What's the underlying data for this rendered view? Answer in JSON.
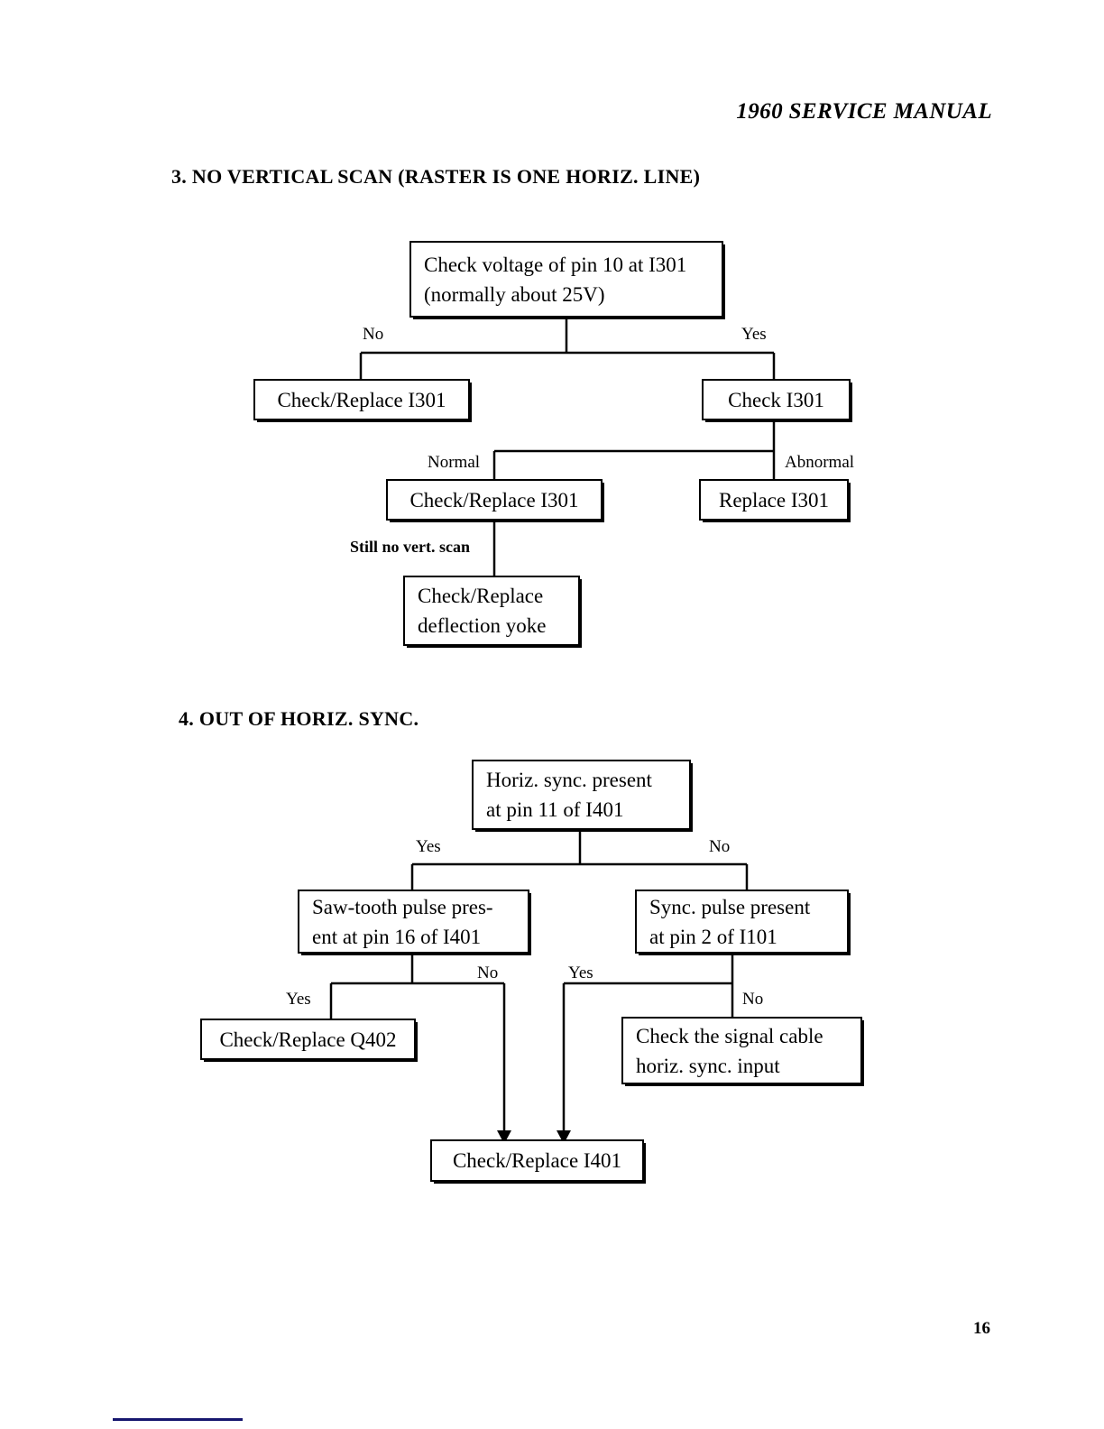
{
  "header": {
    "title": "1960 SERVICE MANUAL"
  },
  "footer": {
    "page_number": "16"
  },
  "colors": {
    "ink": "#000000",
    "paper": "#ffffff",
    "rule": "#16166e"
  },
  "sections": [
    {
      "number": "3.",
      "title": "NO VERTICAL SCAN (RASTER IS ONE HORIZ. LINE)",
      "heading_text": "3.   NO VERTICAL SCAN (RASTER IS ONE HORIZ. LINE)",
      "flowchart": {
        "nodes": [
          {
            "id": "v-top",
            "line1": "Check voltage of pin 10 at I301",
            "line2": "(normally about 25V)"
          },
          {
            "id": "v-no",
            "line1": "Check/Replace I301",
            "line2": ""
          },
          {
            "id": "v-yes",
            "line1": "Check I301",
            "line2": ""
          },
          {
            "id": "v-normal",
            "line1": "Check/Replace I301",
            "line2": ""
          },
          {
            "id": "v-abnormal",
            "line1": "Replace I301",
            "line2": ""
          },
          {
            "id": "v-yoke",
            "line1": "Check/Replace",
            "line2": "deflection yoke"
          }
        ],
        "edge_labels": [
          {
            "id": "v-lbl-no",
            "text": "No"
          },
          {
            "id": "v-lbl-yes",
            "text": "Yes"
          },
          {
            "id": "v-lbl-normal",
            "text": "Normal"
          },
          {
            "id": "v-lbl-abnormal",
            "text": "Abnormal"
          },
          {
            "id": "v-lbl-still",
            "text": "Still no vert. scan"
          }
        ]
      }
    },
    {
      "number": "4.",
      "title": "OUT OF HORIZ. SYNC.",
      "heading_text": "4.   OUT OF HORIZ. SYNC.",
      "flowchart": {
        "nodes": [
          {
            "id": "h-top",
            "line1": "Horiz. sync. present",
            "line2": "at pin 11 of I401"
          },
          {
            "id": "h-saw",
            "line1": "Saw-tooth pulse pres-",
            "line2": "ent at pin 16 of I401"
          },
          {
            "id": "h-sync",
            "line1": "Sync. pulse present",
            "line2": "at pin 2 of I101"
          },
          {
            "id": "h-q402",
            "line1": "Check/Replace Q402",
            "line2": ""
          },
          {
            "id": "h-cable",
            "line1": "Check the signal cable",
            "line2": "horiz. sync. input"
          },
          {
            "id": "h-i401",
            "line1": "Check/Replace I401",
            "line2": ""
          }
        ],
        "edge_labels": [
          {
            "id": "h-lbl-yes-1",
            "text": "Yes"
          },
          {
            "id": "h-lbl-no-1",
            "text": "No"
          },
          {
            "id": "h-lbl-no-2",
            "text": "No"
          },
          {
            "id": "h-lbl-yes-2",
            "text": "Yes"
          },
          {
            "id": "h-lbl-yes-3",
            "text": "Yes"
          },
          {
            "id": "h-lbl-no-3",
            "text": "No"
          }
        ]
      }
    }
  ]
}
